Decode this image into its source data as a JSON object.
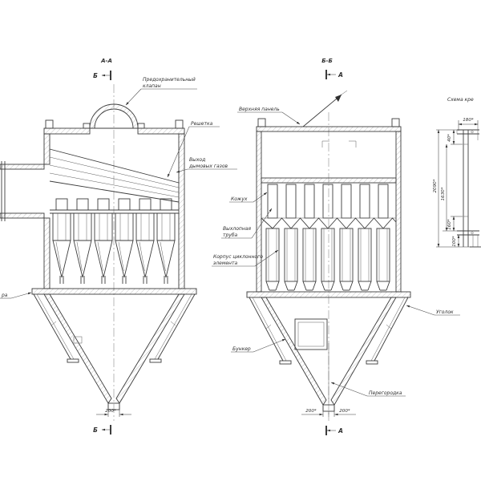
{
  "sheet": {
    "background": "#ffffff",
    "line_color": "#3c3c3c"
  },
  "view_aa": {
    "title": "А-А",
    "section_marker_top": "Б",
    "section_marker_bottom": "Б",
    "callouts": {
      "safety_valve_line1": "Предохранительный",
      "safety_valve_line2": "клапан",
      "grate": "Решетка",
      "gas_outlet_line1": "Выход",
      "gas_outlet_line2": "дымовых газов",
      "left_edge_fragment": "ра"
    },
    "dimensions": {
      "outlet_width": "200*"
    }
  },
  "view_bb": {
    "title": "Б-Б",
    "section_marker_top": "А",
    "section_marker_bottom": "А",
    "callouts": {
      "top_panel": "Верхняя панель",
      "casing": "Кожух",
      "exhaust_pipe_line1": "Выхлопная",
      "exhaust_pipe_line2": "труба",
      "cyclone_body_line1": "Корпус циклонного",
      "cyclone_body_line2": "элемента",
      "bunker": "Бункер",
      "angle_bracket": "Уголок",
      "partition": "Перегородка"
    },
    "dimensions": {
      "outlet_left": "200*",
      "outlet_right": "200*"
    }
  },
  "detail": {
    "title": "Схема кре",
    "dimensions": {
      "width_top": "180*",
      "offset_top": "40*",
      "height_overall": "2090*",
      "height_inner": "1630*",
      "offset_bottom": "160*",
      "base": "100*"
    }
  }
}
